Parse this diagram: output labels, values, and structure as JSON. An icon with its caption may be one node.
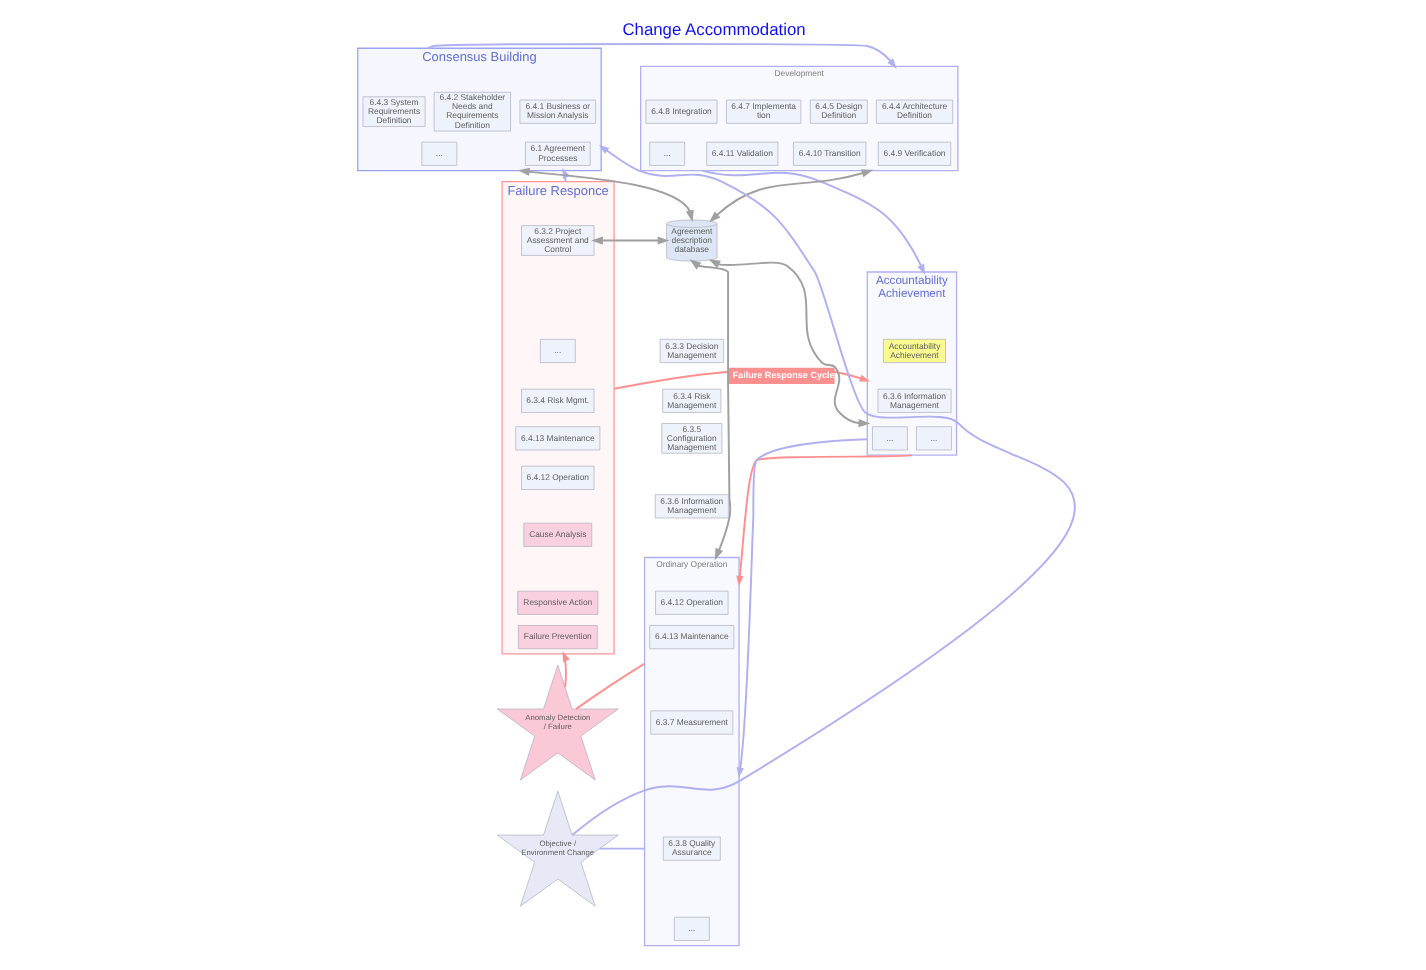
{
  "diagram": {
    "title": "Change Accommodation",
    "nodes": [
      {
        "text": [
          "Consensus Building"
        ]
      },
      {
        "text": [
          "6.4.1 Business or Mission Analysis"
        ],
        "in": 0
      },
      {
        "text": [
          "6.4.2 Stakeholder Needs and Requirements Definition"
        ],
        "in": 0
      },
      {
        "text": [
          "6.4.3 System Requirements Definition"
        ],
        "in": 0
      },
      {
        "text": [
          "6.1 Agreement Processes"
        ],
        "in": 0
      },
      {
        "text": [
          "..."
        ],
        "in": 0
      },
      {
        "text": [
          "Development"
        ]
      },
      {
        "text": [
          "6.4.4 Architecture Definition"
        ],
        "in": 6
      },
      {
        "text": [
          "6.4.5 Design Definition"
        ],
        "in": 6
      },
      {
        "text": [
          "6.4.7 Implementa tion"
        ],
        "in": 6
      },
      {
        "text": [
          "6.4.8 Integration"
        ],
        "in": 6
      },
      {
        "text": [
          "6.4.9 Verification"
        ],
        "in": 6
      },
      {
        "text": [
          "6.4.10 Transition"
        ],
        "in": 6
      },
      {
        "text": [
          "6.4.11 Validation"
        ],
        "in": 6
      },
      {
        "text": [
          "..."
        ],
        "in": 6
      },
      {
        "text": [
          "Failure Responce"
        ]
      },
      {
        "text": [
          "6.3.2 Project Assessment and Control"
        ],
        "in": 15
      },
      {
        "text": [
          "..."
        ],
        "in": 15
      },
      {
        "text": [
          "6.3.4 Risk Mgmt."
        ],
        "in": 15
      },
      {
        "text": [
          "6.4.13 Maintenance"
        ],
        "in": 15
      },
      {
        "text": [
          "6.4.12 Operation"
        ],
        "in": 15
      },
      {
        "text": [
          "Cause Analysis"
        ],
        "in": 15
      },
      {
        "text": [
          "Responsive Action"
        ],
        "in": 15
      },
      {
        "text": [
          "Failure Prevention"
        ],
        "in": 15
      },
      {
        "text": [
          "Agreement description database"
        ]
      },
      {
        "text": [
          "6.3.3 Decision Management"
        ]
      },
      {
        "text": [
          "6.3.4 Risk Management"
        ]
      },
      {
        "text": [
          "6.3.5 Configuration Management"
        ]
      },
      {
        "text": [
          "6.3.6 Information Management"
        ]
      },
      {
        "text": [
          "Ordinary Operation"
        ]
      },
      {
        "text": [
          "6.4.12 Operation"
        ],
        "in": 29
      },
      {
        "text": [
          "6.4.13 Maintenance"
        ],
        "in": 29
      },
      {
        "text": [
          "6.3.7 Measurement"
        ],
        "in": 29
      },
      {
        "text": [
          "6.3.8 Quality Assurance"
        ],
        "in": 29
      },
      {
        "text": [
          "..."
        ],
        "in": 29
      },
      {
        "text": [
          "Accountability Achievement"
        ]
      },
      {
        "text": [
          "Accountability Achievement"
        ],
        "in": 35
      },
      {
        "text": [
          "6.3.6 Information Management"
        ],
        "in": 35
      },
      {
        "text": [
          "..."
        ],
        "in": 35
      },
      {
        "text": [
          "..."
        ],
        "in": 35
      },
      {
        "text": [
          "Anomaly Detection / Failure"
        ]
      },
      {
        "text": [
          "Objective / Environment Change"
        ]
      }
    ],
    "edges": [
      {
        "from": 0,
        "to": 6,
        "arrow": "to",
        "color": "#b0b0f0"
      },
      {
        "from": 6,
        "to": 35,
        "arrow": "to",
        "color": "#b0b0f0"
      },
      {
        "from": 15,
        "to": 35,
        "arrow": "to",
        "label": "Failure Response Cycle",
        "color": "#ff9090"
      },
      {
        "from": 35,
        "to": 29,
        "arrow": "to",
        "color": "#ff9090"
      },
      {
        "from": 35,
        "to": 29,
        "arrow": "to",
        "color": "#b0b0f0"
      },
      {
        "from": 29,
        "to": 40,
        "arrow": "none",
        "color": "#ff9090"
      },
      {
        "from": 40,
        "to": 15,
        "arrow": "to",
        "color": "#ff9090"
      },
      {
        "from": 29,
        "to": 41,
        "arrow": "none",
        "color": "#b0b0f0"
      },
      {
        "from": 41,
        "to": 0,
        "arrow": "to",
        "color": "#b0b0f0"
      },
      {
        "from": 15,
        "to": 0,
        "arrow": "to",
        "color": "#b0b0f0"
      },
      {
        "from": 24,
        "to": 0,
        "arrow": "both",
        "color": "#a0a0a0"
      },
      {
        "from": 24,
        "to": 6,
        "arrow": "both",
        "color": "#a0a0a0"
      },
      {
        "from": 24,
        "to": 16,
        "arrow": "both",
        "color": "#a0a0a0"
      },
      {
        "from": 24,
        "to": 29,
        "arrow": "both",
        "color": "#a0a0a0"
      },
      {
        "from": 24,
        "to": 35,
        "arrow": "both",
        "color": "#a0a0a0"
      }
    ]
  }
}
